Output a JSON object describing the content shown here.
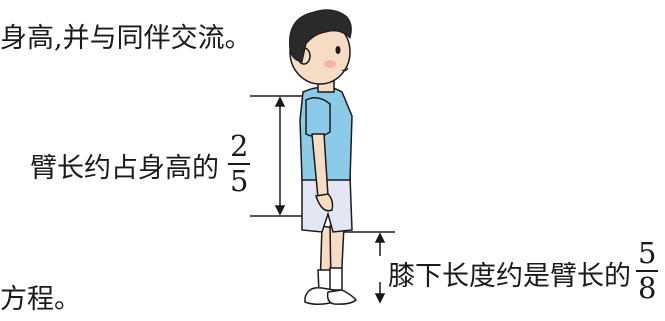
{
  "top_text": "身高,并与同伴交流。",
  "bottom_text": "方程。",
  "arm_label": {
    "text": "臂长约占身高的",
    "fraction": {
      "numerator": "2",
      "denominator": "5"
    }
  },
  "knee_label": {
    "text": "膝下长度约是臂长的",
    "fraction": {
      "numerator": "5",
      "denominator": "8"
    }
  },
  "colors": {
    "shirt": "#8ccbe8",
    "shorts": "#e3e7f3",
    "skin": "#f7dcc4",
    "hair": "#2a2a2a",
    "line": "#1a1a1a"
  }
}
